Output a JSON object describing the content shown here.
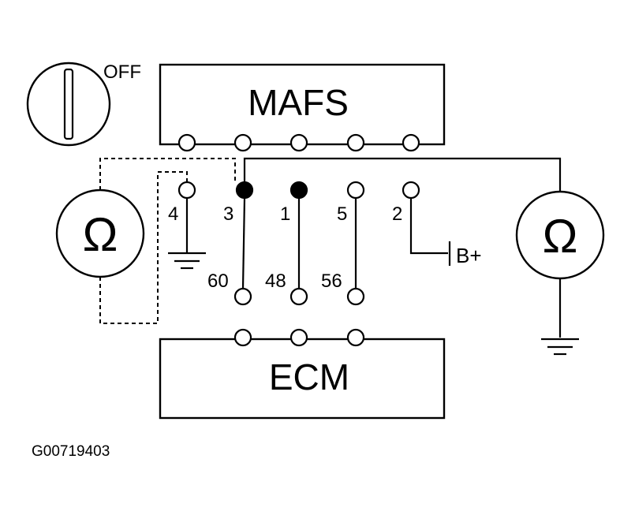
{
  "switch_state": "OFF",
  "mafs_label": "MAFS",
  "ecm_label": "ECM",
  "ohm_symbol": "Ω",
  "battery_label": "B+",
  "mafs_pins": [
    "4",
    "3",
    "1",
    "5",
    "2"
  ],
  "ecm_pins": [
    "60",
    "48",
    "56"
  ],
  "figure_id": "G00719403"
}
